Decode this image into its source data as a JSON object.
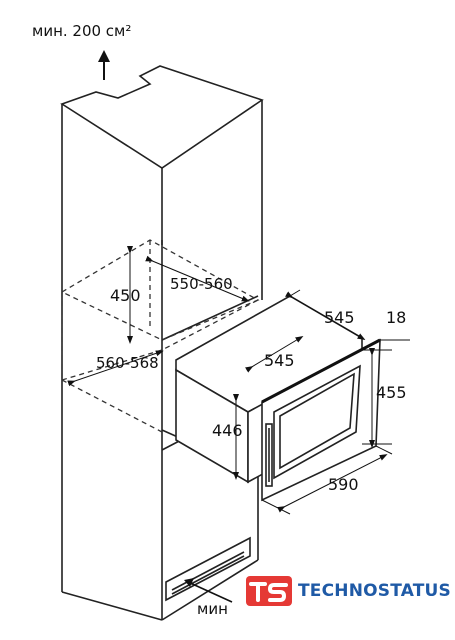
{
  "notes": {
    "top_ventilation": "мин. 200 см²",
    "bottom_ventilation": "мин"
  },
  "dimensions": {
    "niche_height": "450",
    "niche_depth": "550-560",
    "niche_width": "560-568",
    "appliance_depth_top": "545",
    "appliance_depth_side": "545",
    "front_thickness": "18",
    "appliance_height": "455",
    "appliance_body_height": "446",
    "front_width": "590"
  },
  "logo": {
    "text": "TECHNOSTATUS",
    "colors": {
      "red": "#e53935",
      "blue": "#1f5aa6"
    }
  }
}
